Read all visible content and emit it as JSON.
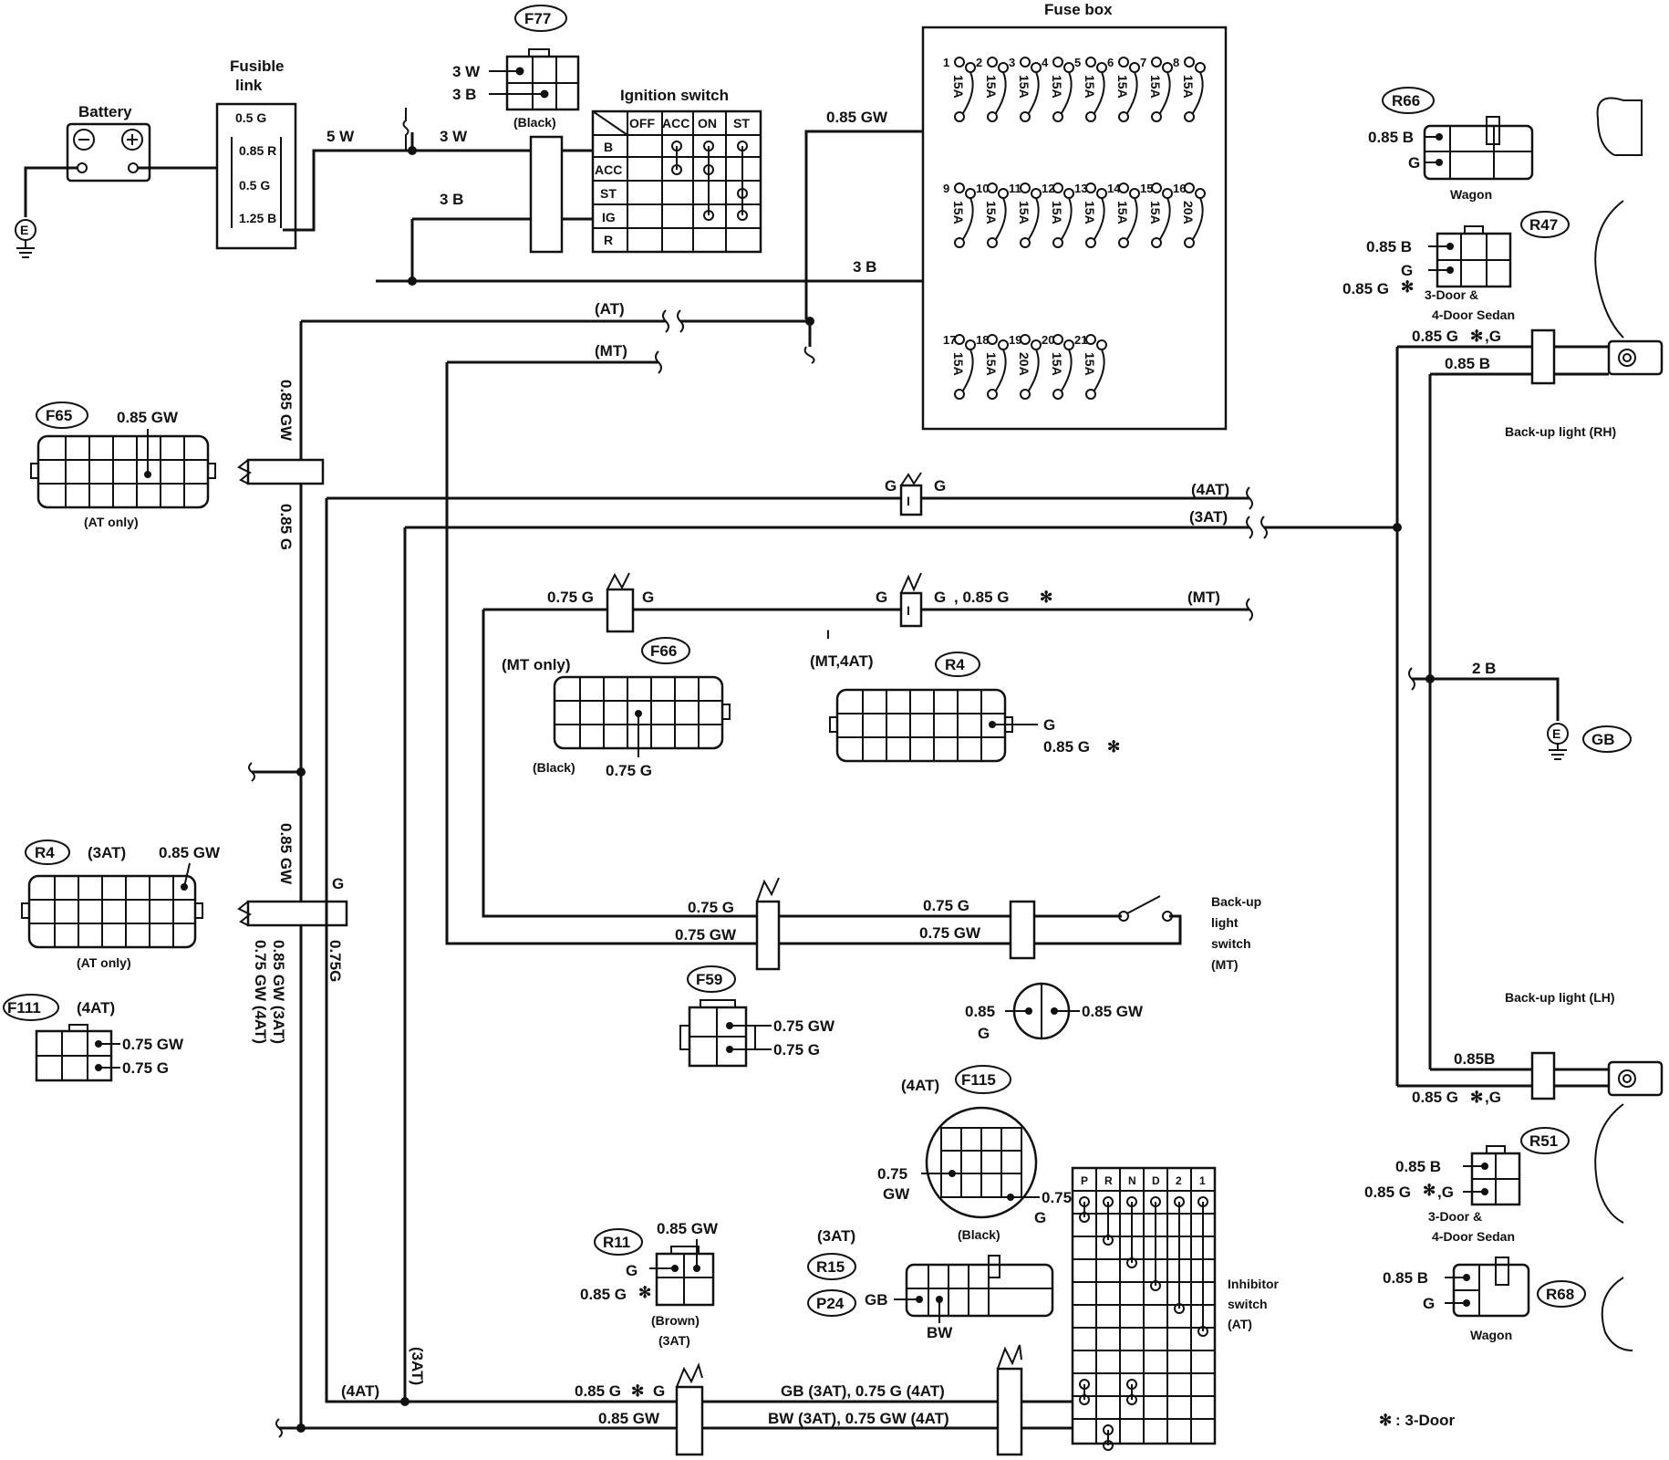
{
  "battery": {
    "label": "Battery",
    "ground": "E"
  },
  "fusible_link": {
    "label": [
      "Fusible",
      "link"
    ],
    "links": [
      "0.5 G",
      "0.85 R",
      "0.5 G",
      "1.25 B"
    ]
  },
  "top_wires": {
    "w5": "5 W",
    "w3a": "3 W",
    "w3b": "3 B",
    "gw": "0.85 GW",
    "b3": "3 B"
  },
  "f77": {
    "id": "F77",
    "pins": [
      "3 W",
      "3 B"
    ],
    "color": "(Black)"
  },
  "ignition_switch": {
    "label": "Ignition switch",
    "cols": [
      "OFF",
      "ACC",
      "ON",
      "ST"
    ],
    "rows": [
      "B",
      "ACC",
      "ST",
      "IG",
      "R"
    ]
  },
  "fuse_box": {
    "label": "Fuse box",
    "row1": {
      "nums": [
        "1",
        "2",
        "3",
        "4",
        "5",
        "6",
        "7",
        "8"
      ],
      "amps": [
        "15A",
        "15A",
        "15A",
        "15A",
        "15A",
        "15A",
        "15A",
        "15A"
      ]
    },
    "row2": {
      "nums": [
        "9",
        "10",
        "11",
        "12",
        "13",
        "14",
        "15",
        "16"
      ],
      "amps": [
        "15A",
        "15A",
        "15A",
        "15A",
        "15A",
        "15A",
        "15A",
        "20A"
      ]
    },
    "row3": {
      "nums": [
        "17",
        "18",
        "19",
        "20",
        "21"
      ],
      "amps": [
        "15A",
        "15A",
        "20A",
        "15A",
        "15A"
      ]
    }
  },
  "routes": {
    "at": "(AT)",
    "mt": "(MT)",
    "at4": "(4AT)",
    "at3": "(3AT)",
    "mt2": "(MT)",
    "mt4at": "(MT,4AT)",
    "i1": "I",
    "i2": "I"
  },
  "vertical_labels": {
    "v1": "0.85 GW",
    "v2": "0.85 G",
    "v3": "0.85 GW",
    "v4": "0.85 GW (3AT)",
    "v5": "0.75 GW (4AT)",
    "v6": "0.75G",
    "v7": "G"
  },
  "f65": {
    "id": "F65",
    "pin": "0.85 GW",
    "note": "(AT only)"
  },
  "r4_left": {
    "id": "R4",
    "variant": "(3AT)",
    "pin": "0.85 GW",
    "note": "(AT only)"
  },
  "f111": {
    "id": "F111",
    "variant": "(4AT)",
    "pins": [
      "0.75 GW",
      "0.75 G"
    ]
  },
  "mid_wires": {
    "g1": "G",
    "g2": "G",
    "g3": "0.75 G",
    "g4": "G",
    "g5": "G",
    "g6": "G",
    "g7": ", 0.85 G",
    "star": "✻"
  },
  "f66": {
    "id": "F66",
    "note": "(MT only)",
    "color": "(Black)",
    "pin": "0.75 G"
  },
  "r4_mid": {
    "id": "R4",
    "pins": [
      "G",
      "0.85 G"
    ],
    "star": "✻"
  },
  "bottom_wires": {
    "a": "0.75 G",
    "b": "0.75 GW",
    "c": "0.75 G",
    "d": "0.75 GW",
    "e": "0.85 G",
    "f": "G",
    "g": "0.85 GW",
    "h": "GB (3AT), 0.75 G (4AT)",
    "i": "BW (3AT), 0.75 GW (4AT)",
    "at4": "(4AT)",
    "at3": "(3AT)",
    "star": "✻"
  },
  "backup_switch": {
    "label": [
      "Back-up",
      "light",
      "switch",
      "(MT)"
    ]
  },
  "f59": {
    "id": "F59",
    "pins": [
      "0.75 GW",
      "0.75  G"
    ]
  },
  "round_conn": {
    "left": [
      "0.85",
      "G"
    ],
    "right": "0.85 GW"
  },
  "f115": {
    "id": "F115",
    "variant": "(4AT)",
    "left": [
      "0.75",
      "GW"
    ],
    "right": [
      "0.75",
      "G"
    ],
    "color": "(Black)"
  },
  "r11": {
    "id": "R11",
    "pins": [
      "0.85 GW",
      "G",
      "0.85 G"
    ],
    "color": "(Brown)",
    "variant": "(3AT)",
    "star": "✻"
  },
  "r15": {
    "id": "R15",
    "variant": "(3AT)"
  },
  "p24": {
    "id": "P24",
    "pins": [
      "GB",
      "BW"
    ]
  },
  "inhibitor": {
    "label": [
      "Inhibitor",
      "switch",
      "(AT)"
    ],
    "positions": [
      "P",
      "R",
      "N",
      "D",
      "2",
      "1"
    ]
  },
  "right_side": {
    "r66": {
      "id": "R66",
      "pins": [
        "0.85 B",
        "G"
      ],
      "note": "Wagon"
    },
    "r47": {
      "id": "R47",
      "pins": [
        "0.85 B",
        "G",
        "0.85 G"
      ],
      "note": [
        "3-Door &",
        "4-Door Sedan"
      ],
      "star": "✻"
    },
    "rh_wires": [
      "0.85 G",
      "0.85 B"
    ],
    "rh_g": ",G",
    "rh_label": "Back-up light (RH)",
    "lh_label": "Back-up light (LH)",
    "lh_wires": [
      "0.85B",
      "0.85 G"
    ],
    "lh_g": ",G",
    "gnd": {
      "wire": "2 B",
      "id": "GB",
      "sym": "E"
    },
    "r51": {
      "id": "R51",
      "pins": [
        "0.85 B",
        "0.85 G"
      ],
      "g": ",G",
      "note": [
        "3-Door &",
        "4-Door Sedan"
      ]
    },
    "r68": {
      "id": "R68",
      "pins": [
        "0.85 B",
        "G"
      ],
      "note": "Wagon"
    }
  },
  "footnote": {
    "sym": "✻",
    "text": ": 3-Door"
  }
}
